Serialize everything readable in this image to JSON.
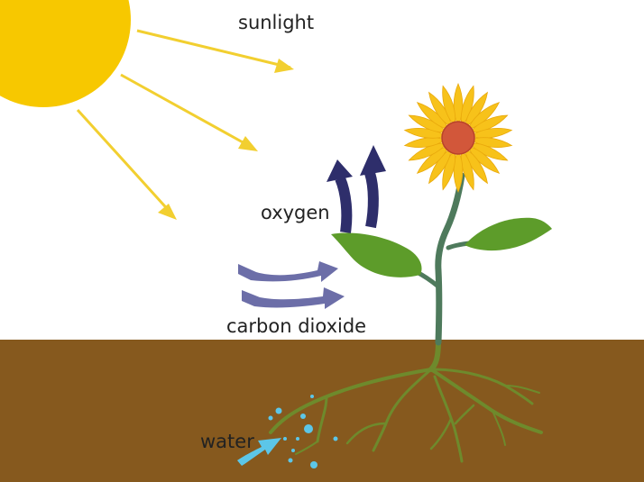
{
  "labels": {
    "sunlight": "sunlight",
    "oxygen": "oxygen",
    "carbon_dioxide": "carbon dioxide",
    "water": "water"
  },
  "colors": {
    "background": "#ffffff",
    "sun": "#F7C800",
    "sunlight_arrow": "#F2CF30",
    "soil": "#86591E",
    "oxygen_arrow": "#2E2E6B",
    "carbon_dioxide_arrow": "#6C6EA8",
    "water": "#5CC6E8",
    "stem": "#4E7A5C",
    "leaf": "#5D9C2A",
    "root": "#6E8A2C",
    "petal": "#F7C21A",
    "flower_center": "#D2573A"
  },
  "icons": {
    "sun": "sun-icon",
    "flower": "flower-icon"
  }
}
